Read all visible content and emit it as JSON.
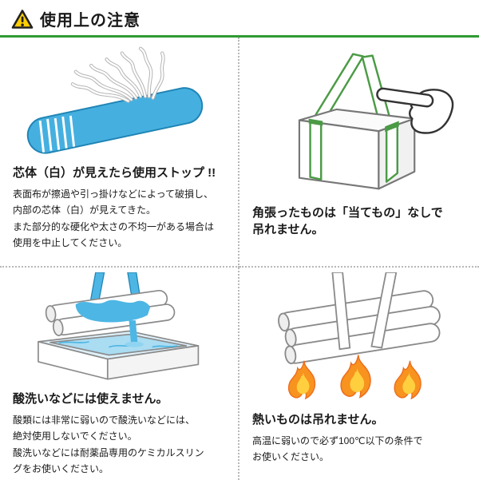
{
  "header": {
    "title": "使用上の注意"
  },
  "sections": [
    {
      "heading": "芯体（白）が見えたら使用ストップ !!",
      "body": "表面布が擦過や引っ掛けなどによって破損し、\n内部の芯体（白）が見えてきた。\nまた部分的な硬化や太さの不均一がある場合は\n使用を中止してください。"
    },
    {
      "heading": "角張ったものは「当てもの」なしで\n吊れません。",
      "body": ""
    },
    {
      "heading": "酸洗いなどには使えません。",
      "body": "酸類には非常に弱いので酸洗いなどには、\n絶対使用しないでください。\n酸洗いなどには耐薬品専用のケミカルスリン\nグをお使いください。"
    },
    {
      "heading": "熱いものは吊れません。",
      "body": "高温に弱いので必ず100℃以下の条件で\nお使いください。"
    }
  ],
  "colors": {
    "accent_green": "#2f9a32",
    "warning_yellow": "#ffcf00",
    "sling_blue": "#45b0e0",
    "strap_green": "#4b9b45",
    "flame_orange": "#f7931e"
  },
  "icons": {
    "warning_triangle": "triangle-exclamation",
    "pointing_hand": "hand-pointing-left",
    "flame": "fire"
  }
}
